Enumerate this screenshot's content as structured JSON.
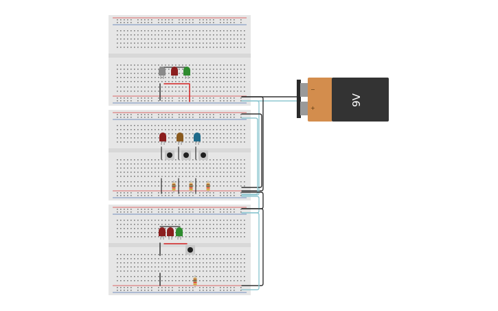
{
  "canvas": {
    "background": "#ffffff"
  },
  "breadboards": [
    {
      "name": "breadboard-top",
      "leds": [
        "gray",
        "red",
        "green"
      ],
      "buttons": 0,
      "resistors": 0
    },
    {
      "name": "breadboard-middle",
      "leds": [
        "red",
        "orange",
        "blue"
      ],
      "buttons": 3,
      "resistors": 3
    },
    {
      "name": "breadboard-bottom",
      "leds": [
        "red",
        "red",
        "green"
      ],
      "buttons": 1,
      "resistors": 1
    }
  ],
  "battery": {
    "label": "9V",
    "minus": "−",
    "plus": "+",
    "body_color": "#333333",
    "cap_color": "#d38d4d"
  },
  "colors": {
    "board": "#e6e6e6",
    "hole": "#7a7a7a",
    "rail_red": "#d43c3c",
    "rail_blue": "#4a6fb0",
    "wire_teal": "#8ec7d1",
    "wire_black": "#303030",
    "wire_red": "#d42020",
    "led_red": "#8b1e1e",
    "led_green": "#2e8b2e",
    "led_gray": "#8a8a8a",
    "led_orange": "#8a5a1e",
    "led_blue": "#1e6a8a"
  }
}
